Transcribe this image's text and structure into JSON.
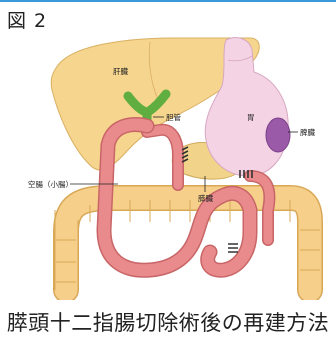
{
  "figure_label": "図 2",
  "caption": "膵頭十二指腸切除術後の再建方法",
  "labels": {
    "liver": "肝臓",
    "bile_duct": "胆管",
    "stomach": "胃",
    "spleen": "脾臓",
    "jejunum": "空腸（小腸）",
    "pancreas": "膵臓"
  },
  "colors": {
    "liver": "#f6d58e",
    "bile_duct": "#5fae3f",
    "stomach": "#f3d3e4",
    "spleen": "#9b5aa8",
    "pancreas": "#f1d38a",
    "intestine": "#e98b8d",
    "colon": "#f6cf8a",
    "accent": "#3a9ad9"
  }
}
